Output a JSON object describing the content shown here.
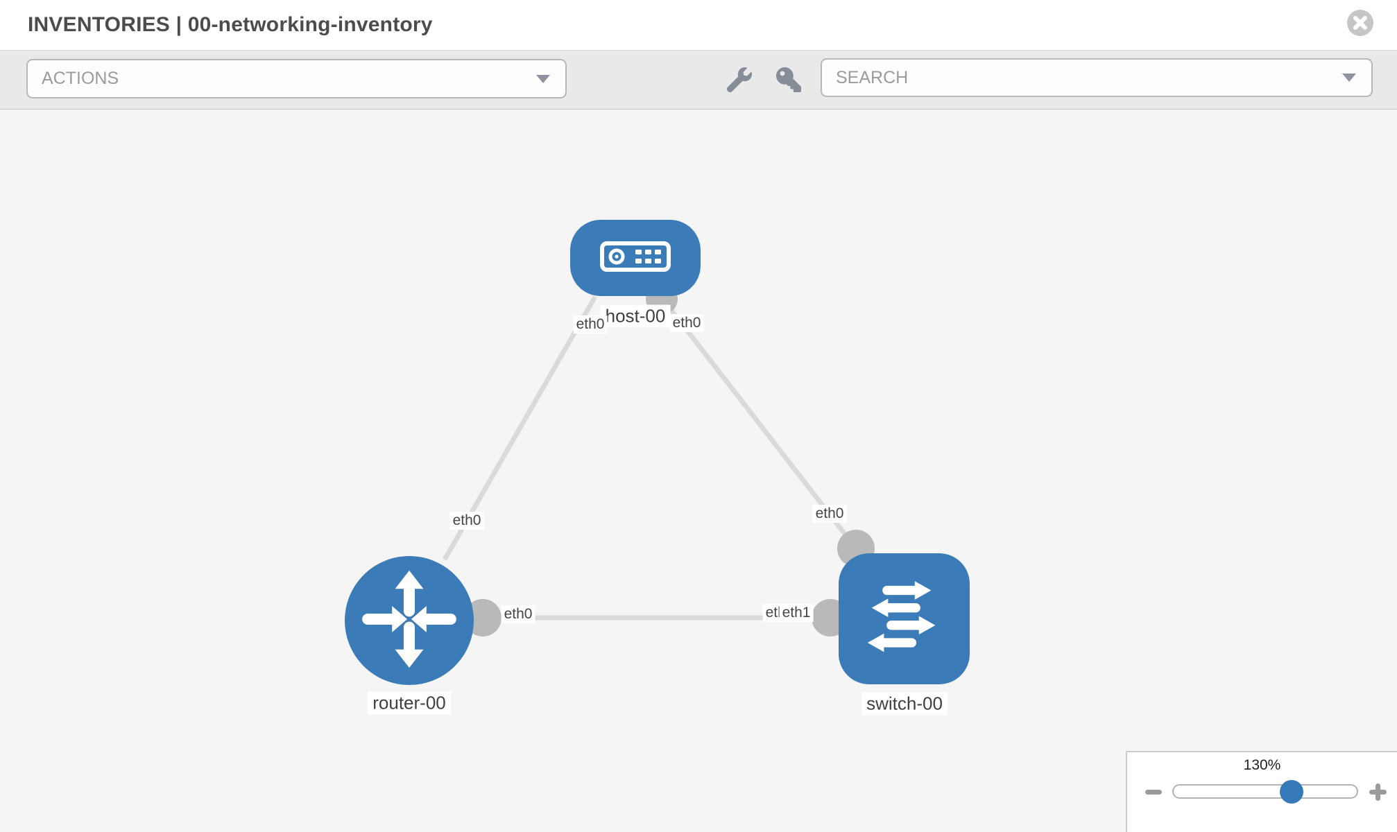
{
  "header": {
    "title_primary": "INVENTORIES",
    "separator": " | ",
    "title_secondary": "00-networking-inventory"
  },
  "toolbar": {
    "actions_label": "ACTIONS",
    "search_placeholder": "SEARCH"
  },
  "topology": {
    "nodes": [
      {
        "id": "host-00",
        "type": "host",
        "label": "host-00"
      },
      {
        "id": "router-00",
        "type": "router",
        "label": "router-00"
      },
      {
        "id": "switch-00",
        "type": "switch",
        "label": "switch-00"
      }
    ],
    "links": [
      {
        "from": "host-00",
        "to": "router-00"
      },
      {
        "from": "host-00",
        "to": "switch-00"
      },
      {
        "from": "router-00",
        "to": "switch-00"
      }
    ],
    "interface_labels": [
      {
        "text": "eth0",
        "at": "host-00 bottom-left"
      },
      {
        "text": "eth0",
        "at": "host-00 bottom-right"
      },
      {
        "text": "eth0",
        "at": "router-00 top"
      },
      {
        "text": "eth0",
        "at": "switch-00 top"
      },
      {
        "text": "eth0",
        "at": "router-00 right"
      },
      {
        "text": "eth1",
        "at": "switch-00 left (under)"
      },
      {
        "text": "eth1",
        "at": "switch-00 left (over)"
      }
    ]
  },
  "zoom_control": {
    "level": "130%"
  },
  "colors": {
    "node_blue": "#3b7bb7",
    "link_gray": "#dadada",
    "interface_dot_gray": "#b9b9b9",
    "slider_handle_blue": "#3579b8",
    "toolbar_gray": "#e9e9e9"
  }
}
